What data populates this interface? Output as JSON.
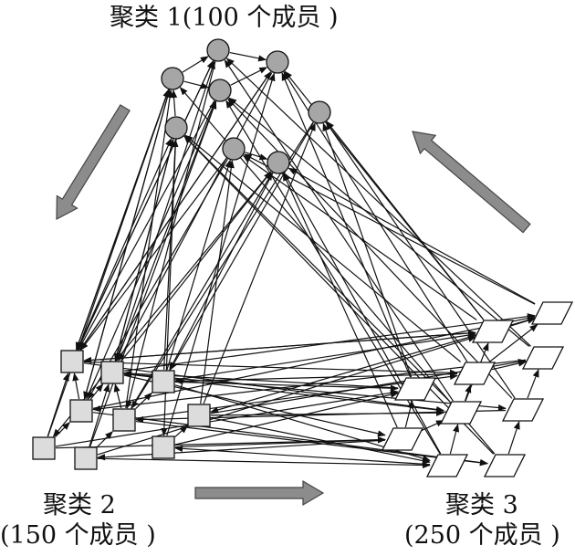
{
  "clusters": [
    {
      "id": "c1",
      "title": "聚类 1(100 个成员 )",
      "shape": "circle",
      "fill": "#a6a6a6"
    },
    {
      "id": "c2",
      "title_line1": "聚类 2",
      "title_line2": "(150 个成员 )",
      "shape": "square",
      "fill": "#dcdcdc"
    },
    {
      "id": "c3",
      "title_line1": "聚类 3",
      "title_line2": "(250 个成员 )",
      "shape": "parallelogram",
      "fill": "#ffffff"
    }
  ],
  "colors": {
    "edge": "#111111",
    "flow_arrow": "#8c8c8c",
    "flow_arrow_stroke": "#444444"
  }
}
